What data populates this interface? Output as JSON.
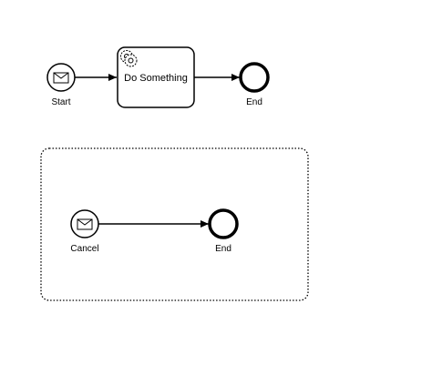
{
  "diagram": {
    "process": {
      "start_event": {
        "label": "Start",
        "icon": "envelope-icon"
      },
      "task": {
        "label": "Do Something",
        "icon": "gear-icon"
      },
      "end_event": {
        "label": "End"
      }
    },
    "subprocess": {
      "style": "dotted",
      "start_event": {
        "label": "Cancel",
        "icon": "envelope-icon"
      },
      "end_event": {
        "label": "End"
      }
    },
    "colors": {
      "stroke": "#000000",
      "fill": "#ffffff"
    }
  }
}
